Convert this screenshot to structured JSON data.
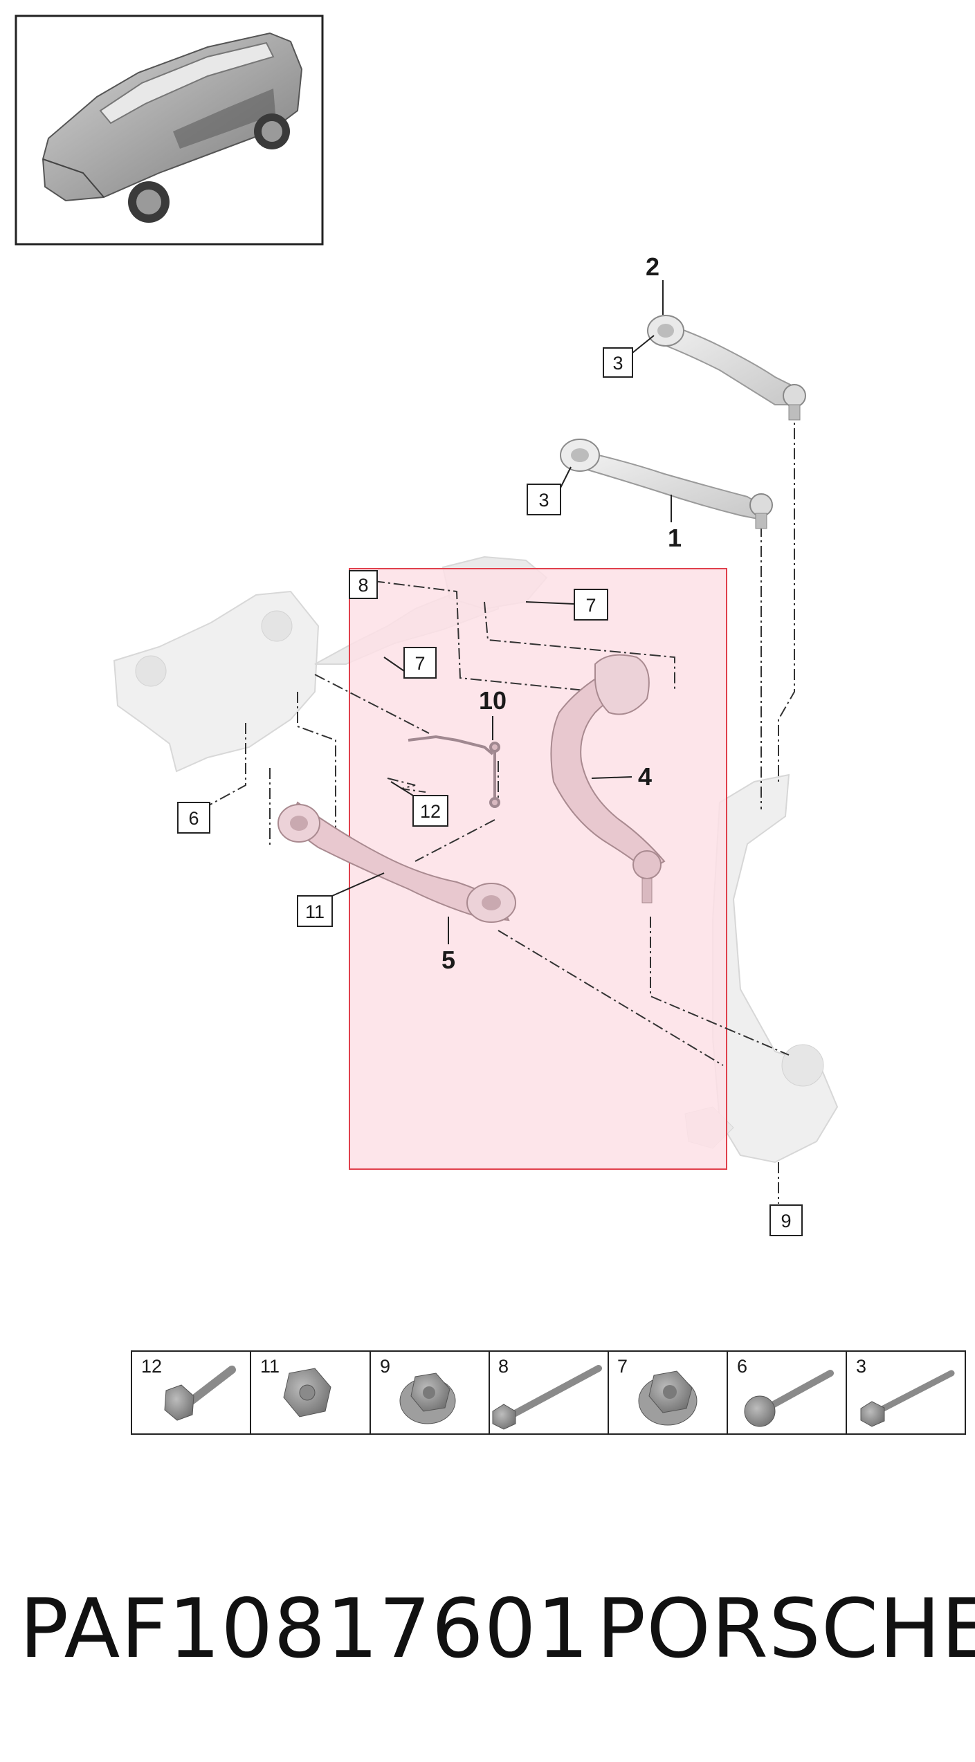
{
  "labels": {
    "p1": "1",
    "p2": "2",
    "p4": "4",
    "p5": "5",
    "p10": "10",
    "b3a": "3",
    "b3b": "3",
    "b6": "6",
    "b7a": "7",
    "b7b": "7",
    "b8": "8",
    "b9": "9",
    "b11": "11",
    "b12": "12"
  },
  "hardware_table": [
    {
      "number": "12",
      "icon": "bolt-with-washer-icon"
    },
    {
      "number": "11",
      "icon": "hex-nut-icon"
    },
    {
      "number": "9",
      "icon": "flange-nut-icon"
    },
    {
      "number": "8",
      "icon": "long-bolt-icon"
    },
    {
      "number": "7",
      "icon": "flange-nut-icon"
    },
    {
      "number": "6",
      "icon": "bolt-with-washer-icon"
    },
    {
      "number": "3",
      "icon": "bolt-icon"
    }
  ],
  "highlight_color": "#fde1e6",
  "highlight_border": "#e0404c",
  "footer": {
    "part_number": "PAF10817601",
    "brand": "PORSCHE"
  }
}
